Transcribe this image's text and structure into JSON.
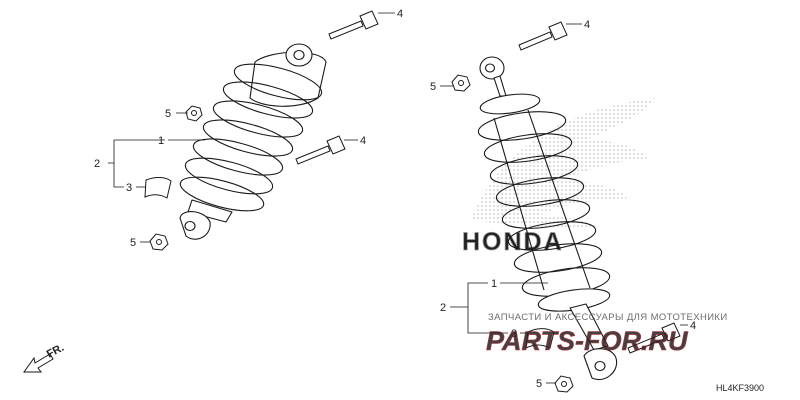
{
  "callouts": {
    "left": {
      "bolt_top": "4",
      "nut_upper": "5",
      "bolt_mid": "4",
      "assembly": "2",
      "shock": "1",
      "label": "3",
      "nut_lower": "5"
    },
    "right": {
      "bolt_top": "4",
      "nut_upper": "5",
      "assembly": "2",
      "shock": "1",
      "label": "3",
      "bolt_lower": "4",
      "nut_lower": "5"
    }
  },
  "front_indicator": "FR.",
  "diagram_code": "HL4KF3900",
  "watermark": {
    "tagline": "ЗАПЧАСТИ И АКСЕССУАРЫ ДЛЯ МОТОТЕХНИКИ",
    "brand": "PARTS-FOR.RU",
    "logo": "HONDA"
  },
  "colors": {
    "line": "#1a1a1a",
    "watermark_red": "#e0202c",
    "watermark_gray": "#8a8a8a"
  }
}
